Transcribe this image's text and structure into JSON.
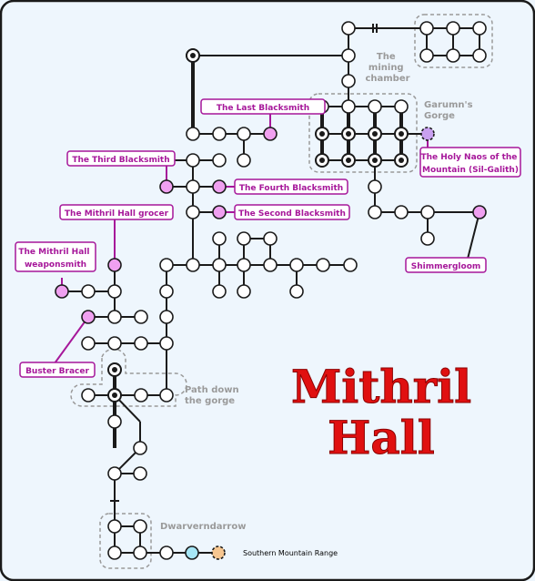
{
  "map": {
    "title_line1": "Mithril",
    "title_line2": "Hall",
    "areas": {
      "mining_chamber": [
        "The",
        "mining",
        "chamber"
      ],
      "garumns_gorge": [
        "Garumn's",
        "Gorge"
      ],
      "path_down": [
        "Path down",
        "the gorge"
      ],
      "dwarverndarrow": "Dwarverndarrow"
    },
    "shops": {
      "last_blacksmith": "The Last Blacksmith",
      "third_blacksmith": "The Third Blacksmith",
      "fourth_blacksmith": "The Fourth Blacksmith",
      "grocer": "The Mithril Hall grocer",
      "second_blacksmith": "The Second Blacksmith",
      "weaponsmith": [
        "The Mithril Hall",
        "weaponsmith"
      ],
      "buster_bracer": "Buster Bracer",
      "holy_naos": [
        "The Holy Naos of the",
        "Mountain (Sil-Galith)"
      ],
      "shimmergloom": "Shimmergloom"
    },
    "exit": "Southern Mountain Range",
    "colors": {
      "background": "#eef6fd",
      "border": "#1a1a1a",
      "room_fill": "#ffffff",
      "shop_fill": "#f0a0f0",
      "shop_text": "#a6179a",
      "exit_fill": "#f6c690",
      "entrance_fill": "#a6e6f6",
      "area_label": "#9a9a9a",
      "title": "#e01010"
    }
  }
}
